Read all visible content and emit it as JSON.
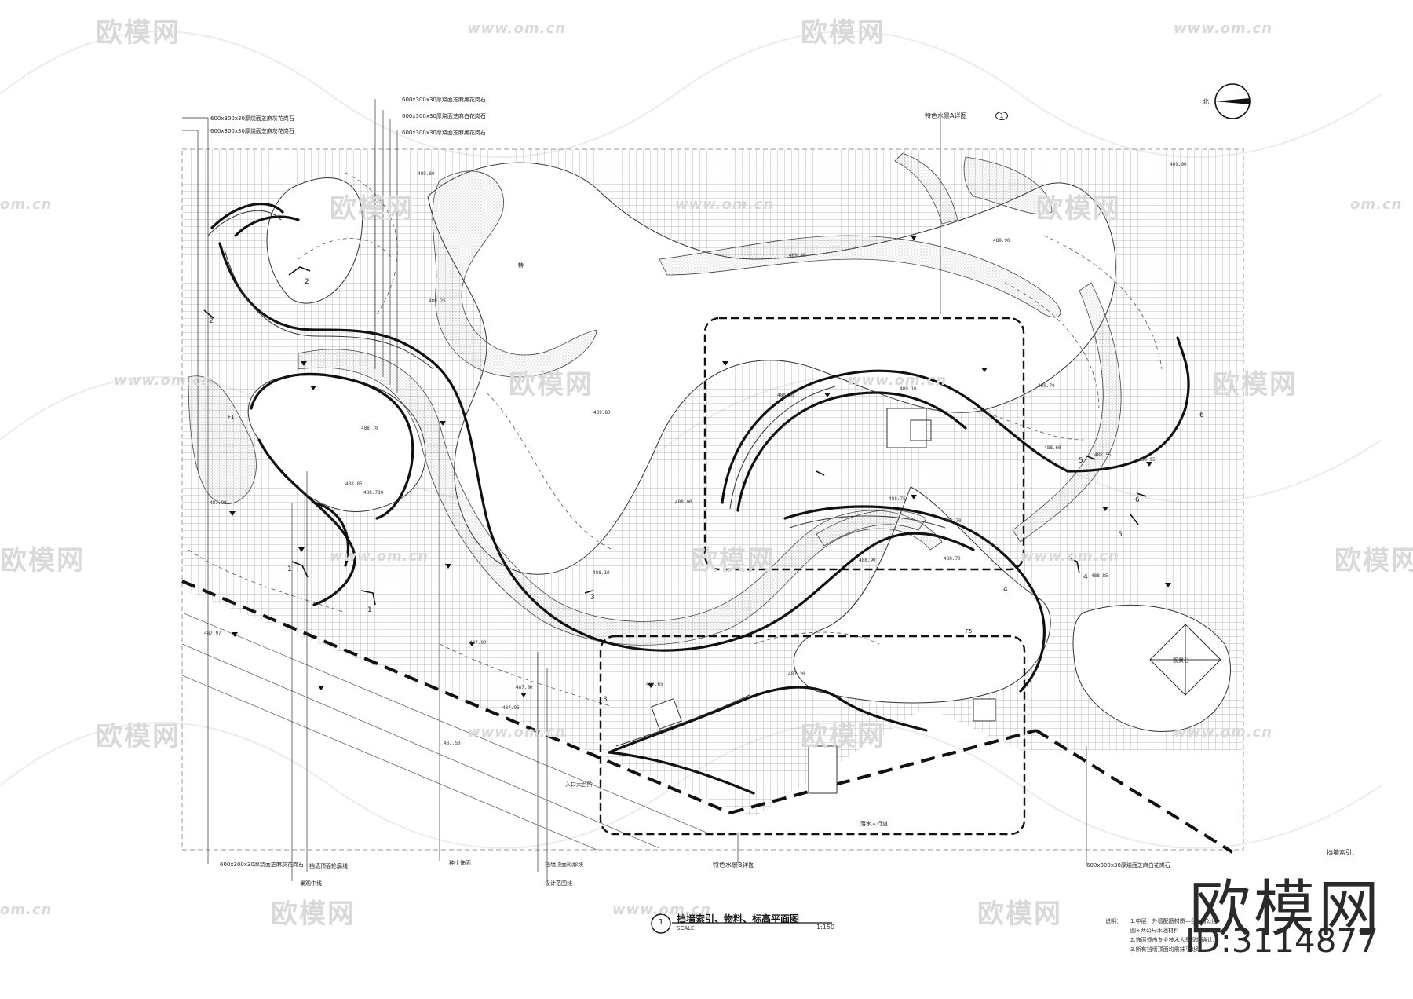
{
  "watermarks": {
    "logo": "欧模网",
    "url": "www.om.cn",
    "url_fragment": "om.cn"
  },
  "drawing": {
    "title": "挡墙索引、物料、标高平面图",
    "index_number": "1",
    "scale_label": "SCALE",
    "scale_ratio": "1:150",
    "north_label": "北",
    "detail_a_label": "特色水景A详图",
    "detail_a_number": "1",
    "detail_b_label": "特色水景B详图",
    "corner_label": "挡墙索引、",
    "notes_heading": "说明：",
    "notes": [
      "1.中层：外墙配筋材质—台+两公层",
      "图+两公斤水池材料",
      "2.饰面须由专业技术人员现场确认。",
      "3.所有挡墙顶面均需抹平处理。"
    ],
    "material_labels_top": [
      "600x300x30厚烧面芝麻灰花岗石",
      "600x300x30厚烧面芝麻灰花岗石",
      "600x300x30厚烧面芝麻黑花岗石",
      "600x300x30厚烧面芝麻白花岗石",
      "600x300x30厚烧面芝麻黑花岗石"
    ],
    "bottom_labels": [
      "600x300x30厚烧面芝麻灰花岗石",
      "挡墙顶面轮廓线",
      "景观中线",
      "种土饰面",
      "挡墙顶面轮廓线",
      "设计范围线",
      "600x300x30厚烧面芝麻白花岗石"
    ],
    "place_labels": [
      "特",
      "F1",
      "F5",
      "观景台",
      "入口大台阶",
      "落水人行道"
    ],
    "elevations": [
      "489.80",
      "489.25",
      "489.80",
      "489.40",
      "489.90",
      "489.70",
      "489.90",
      "488.70",
      "488.780",
      "488.85",
      "488.70",
      "488.90",
      "488.85",
      "487.97",
      "487.99",
      "488.75",
      "487.80",
      "487.95",
      "487.50",
      "488.00",
      "488.10",
      "487.90",
      "487.65",
      "487.20",
      "488.60",
      "488.55",
      "488.70",
      "489.10",
      "488.30",
      "488.95"
    ],
    "section_marks": [
      "1",
      "1",
      "2",
      "2",
      "3",
      "3",
      "4",
      "4",
      "5",
      "5",
      "6",
      "6"
    ]
  },
  "brand": {
    "name": "欧模网",
    "id": "ID:3114877"
  }
}
